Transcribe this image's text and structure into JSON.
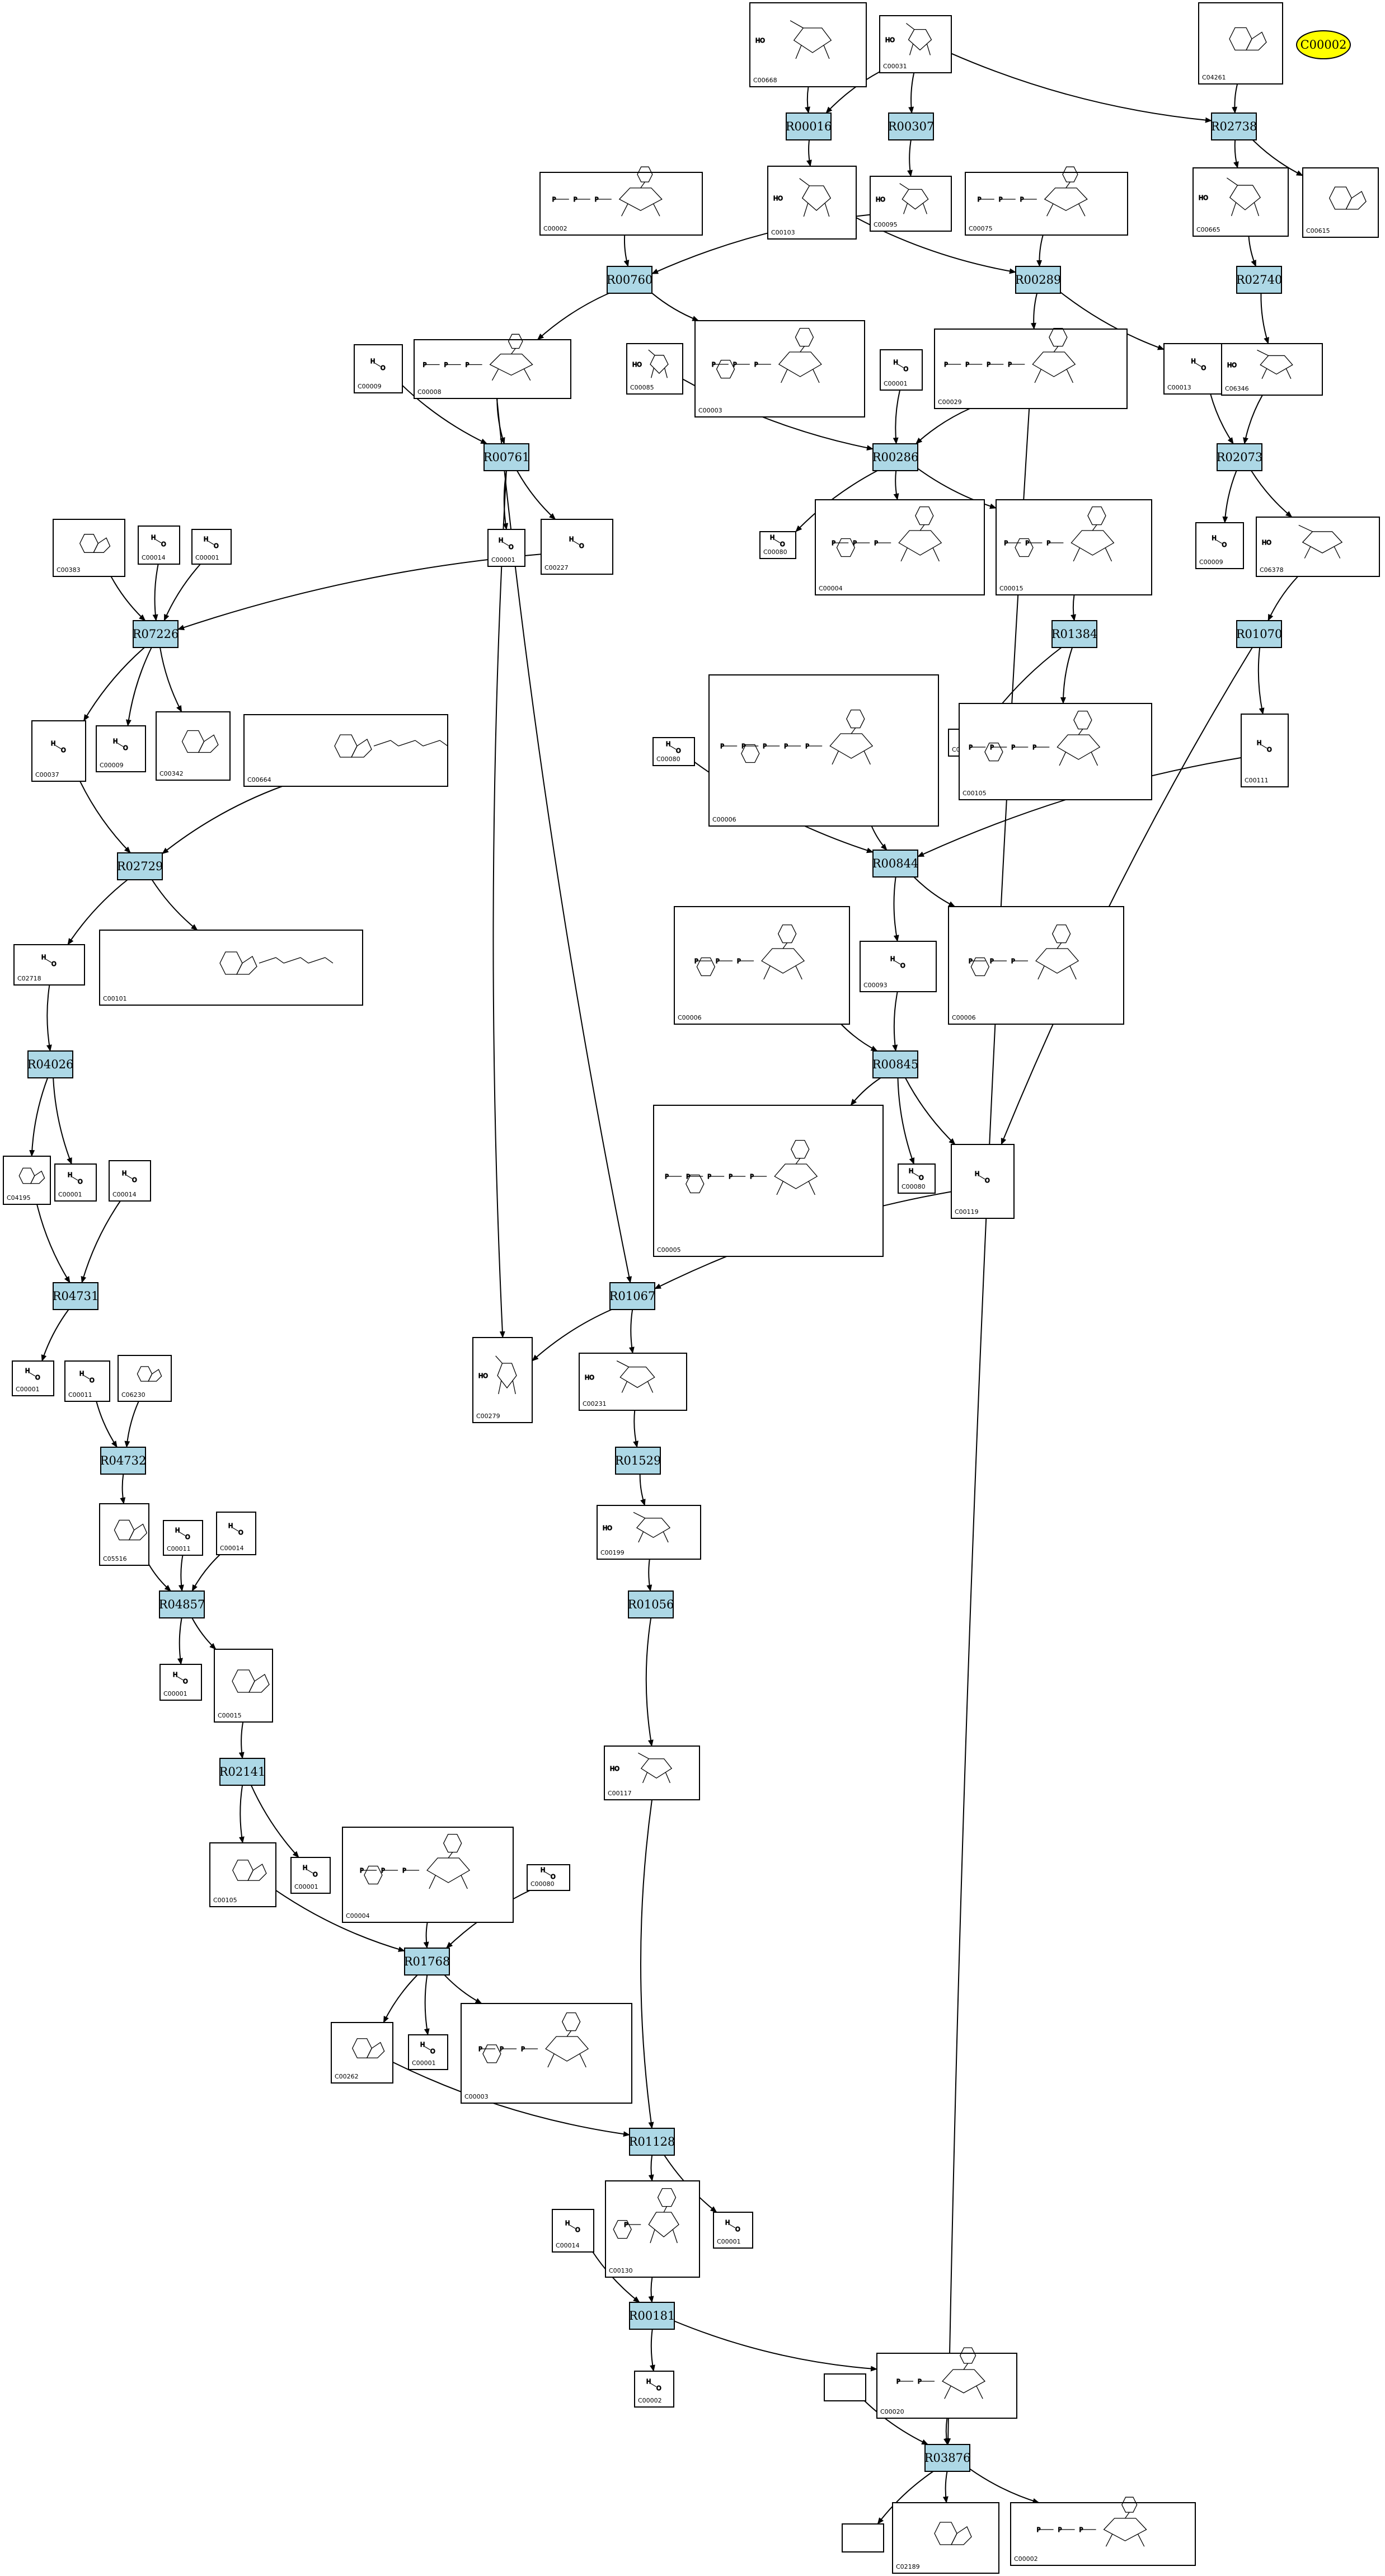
{
  "reactions": [
    {
      "id": "R00016",
      "label": "R00016"
    },
    {
      "id": "R00307",
      "label": "R00307"
    },
    {
      "id": "R02738",
      "label": "R02738"
    },
    {
      "id": "R00760",
      "label": "R00760"
    },
    {
      "id": "R00289",
      "label": "R00289"
    },
    {
      "id": "R02740",
      "label": "R02740"
    },
    {
      "id": "R00761",
      "label": "R00761"
    },
    {
      "id": "R00286",
      "label": "R00286"
    },
    {
      "id": "R02073",
      "label": "R02073"
    },
    {
      "id": "R07226",
      "label": "R07226"
    },
    {
      "id": "R01384",
      "label": "R01384"
    },
    {
      "id": "R01070",
      "label": "R01070"
    },
    {
      "id": "R00844",
      "label": "R00844"
    },
    {
      "id": "R02729",
      "label": "R02729"
    },
    {
      "id": "R00845",
      "label": "R00845"
    },
    {
      "id": "R04026",
      "label": "R04026"
    },
    {
      "id": "R04731",
      "label": "R04731"
    },
    {
      "id": "R01067",
      "label": "R01067"
    },
    {
      "id": "R04732",
      "label": "R04732"
    },
    {
      "id": "R01529",
      "label": "R01529"
    },
    {
      "id": "R04857",
      "label": "R04857"
    },
    {
      "id": "R01056",
      "label": "R01056"
    },
    {
      "id": "R02141",
      "label": "R02141"
    },
    {
      "id": "R01768",
      "label": "R01768"
    },
    {
      "id": "R01128",
      "label": "R01128"
    },
    {
      "id": "R00181",
      "label": "R00181"
    },
    {
      "id": "R03876",
      "label": "R03876"
    }
  ],
  "compounds": [
    {
      "key": "c1",
      "label": "C00668"
    },
    {
      "key": "c2",
      "label": "C00031"
    },
    {
      "key": "c3",
      "label": "C04261"
    },
    {
      "key": "c4",
      "label": "C00002"
    },
    {
      "key": "c5",
      "label": "C00103"
    },
    {
      "key": "c6",
      "label": "C00095"
    },
    {
      "key": "c7",
      "label": "C00075"
    },
    {
      "key": "c8",
      "label": "C00665"
    },
    {
      "key": "c9",
      "label": "C00615"
    },
    {
      "key": "c10",
      "label": "C00008"
    },
    {
      "key": "c11",
      "label": "C00009"
    },
    {
      "key": "c12",
      "label": "C00085"
    },
    {
      "key": "c13",
      "label": "C00003"
    },
    {
      "key": "c14",
      "label": "C00001"
    },
    {
      "key": "c15",
      "label": "C00029"
    },
    {
      "key": "c16",
      "label": "C00013"
    },
    {
      "key": "c17",
      "label": "C06346"
    },
    {
      "key": "c18",
      "label": "C00080"
    },
    {
      "key": "c19",
      "label": "C00004"
    },
    {
      "key": "c20",
      "label": "C00015"
    },
    {
      "key": "c21",
      "label": "C00009"
    },
    {
      "key": "c22",
      "label": "C06378"
    },
    {
      "key": "c23",
      "label": "C00227"
    },
    {
      "key": "c24",
      "label": "C00001"
    },
    {
      "key": "c25",
      "label": "C00383"
    },
    {
      "key": "c26",
      "label": "C00014"
    },
    {
      "key": "c27",
      "label": "C00001"
    },
    {
      "key": "c28",
      "label": "C00013"
    },
    {
      "key": "c29",
      "label": "C00105"
    },
    {
      "key": "c30",
      "label": "C00111"
    },
    {
      "key": "c31",
      "label": "C00037"
    },
    {
      "key": "c32",
      "label": "C00009"
    },
    {
      "key": "c33",
      "label": "C00342"
    },
    {
      "key": "c34",
      "label": "C00664"
    },
    {
      "key": "c35",
      "label": "C00006"
    },
    {
      "key": "c36",
      "label": "C00080"
    },
    {
      "key": "c37",
      "label": "C02718"
    },
    {
      "key": "c38",
      "label": "C00101"
    },
    {
      "key": "c39",
      "label": "C00006"
    },
    {
      "key": "c40",
      "label": "C00093"
    },
    {
      "key": "c41",
      "label": "C00006"
    },
    {
      "key": "c42",
      "label": "C04195"
    },
    {
      "key": "c43",
      "label": "C00001"
    },
    {
      "key": "c44",
      "label": "C00014"
    },
    {
      "key": "c45",
      "label": "C00005"
    },
    {
      "key": "c46",
      "label": "C00080"
    },
    {
      "key": "c47",
      "label": "C00119"
    },
    {
      "key": "c48",
      "label": "C00001"
    },
    {
      "key": "c49",
      "label": "C00011"
    },
    {
      "key": "c50",
      "label": "C06230"
    },
    {
      "key": "c51",
      "label": "C00279"
    },
    {
      "key": "c52",
      "label": "C00231"
    },
    {
      "key": "c53",
      "label": "C05516"
    },
    {
      "key": "c54",
      "label": "C00011"
    },
    {
      "key": "c55",
      "label": "C00014"
    },
    {
      "key": "c56",
      "label": "C00199"
    },
    {
      "key": "c57",
      "label": "C00001"
    },
    {
      "key": "c58",
      "label": "C00015"
    },
    {
      "key": "c59",
      "label": "C00117"
    },
    {
      "key": "c60",
      "label": "C00105"
    },
    {
      "key": "c61",
      "label": "C00001"
    },
    {
      "key": "c62",
      "label": "C00004"
    },
    {
      "key": "c63",
      "label": "C00080"
    },
    {
      "key": "c64",
      "label": "C00262"
    },
    {
      "key": "c65",
      "label": "C00001"
    },
    {
      "key": "c66",
      "label": "C00003"
    },
    {
      "key": "c67",
      "label": "C00001"
    },
    {
      "key": "c68",
      "label": "C00130"
    },
    {
      "key": "c69",
      "label": "C00014"
    },
    {
      "key": "c70",
      "label": "C00002"
    },
    {
      "key": "c71",
      "label": "C00020"
    },
    {
      "key": "c72",
      "label": ""
    },
    {
      "key": "c73",
      "label": ""
    },
    {
      "key": "c74",
      "label": "C02189"
    },
    {
      "key": "c75",
      "label": "C00002"
    }
  ],
  "legend_node": {
    "label": "C00002",
    "color": "#ffff00"
  }
}
